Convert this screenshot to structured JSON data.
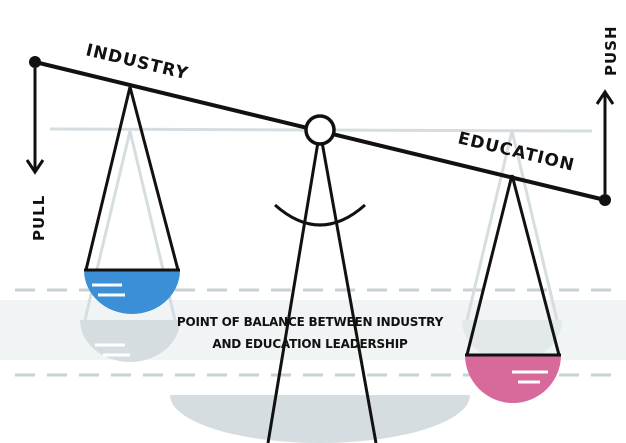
{
  "labels": {
    "industry": "INDUSTRY",
    "education": "EDUCATION",
    "pull": "PULL",
    "push": "PUSH"
  },
  "balance": {
    "line1": "POINT OF BALANCE BETWEEN INDUSTRY",
    "line2": "AND EDUCATION LEADERSHIP"
  },
  "colors": {
    "ink": "#111111",
    "ghost": "#d6dde0",
    "dash": "#c9d1d5",
    "band": "#f1f4f5",
    "industry_pan": "#3a8fd6",
    "education_pan": "#d7699b"
  },
  "icons": [
    "pull-arrow-icon",
    "push-arrow-icon",
    "pivot-icon"
  ]
}
